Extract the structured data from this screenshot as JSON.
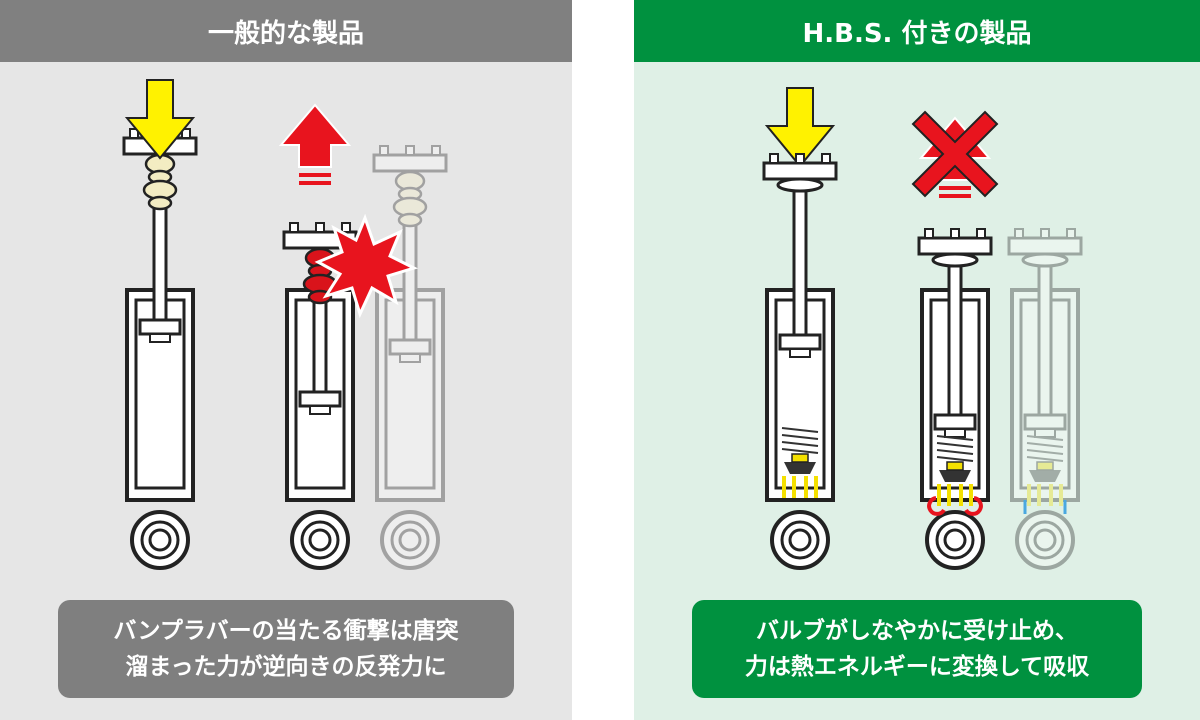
{
  "left": {
    "title": "一般的な製品",
    "caption": [
      "バンプラバーの当たる衝撃は唐突",
      "溜まった力が逆向きの反発力に"
    ]
  },
  "right": {
    "title": "H.B.S. 付きの製品",
    "caption": [
      "バルブがしなやかに受け止め、",
      "力は熱エネルギーに変換して吸収"
    ]
  },
  "colors": {
    "left_header": "#808080",
    "right_header": "#00913f",
    "arrow_down": "#fff200",
    "arrow_up": "#e8141e",
    "bumper": "#f3ecc2"
  }
}
